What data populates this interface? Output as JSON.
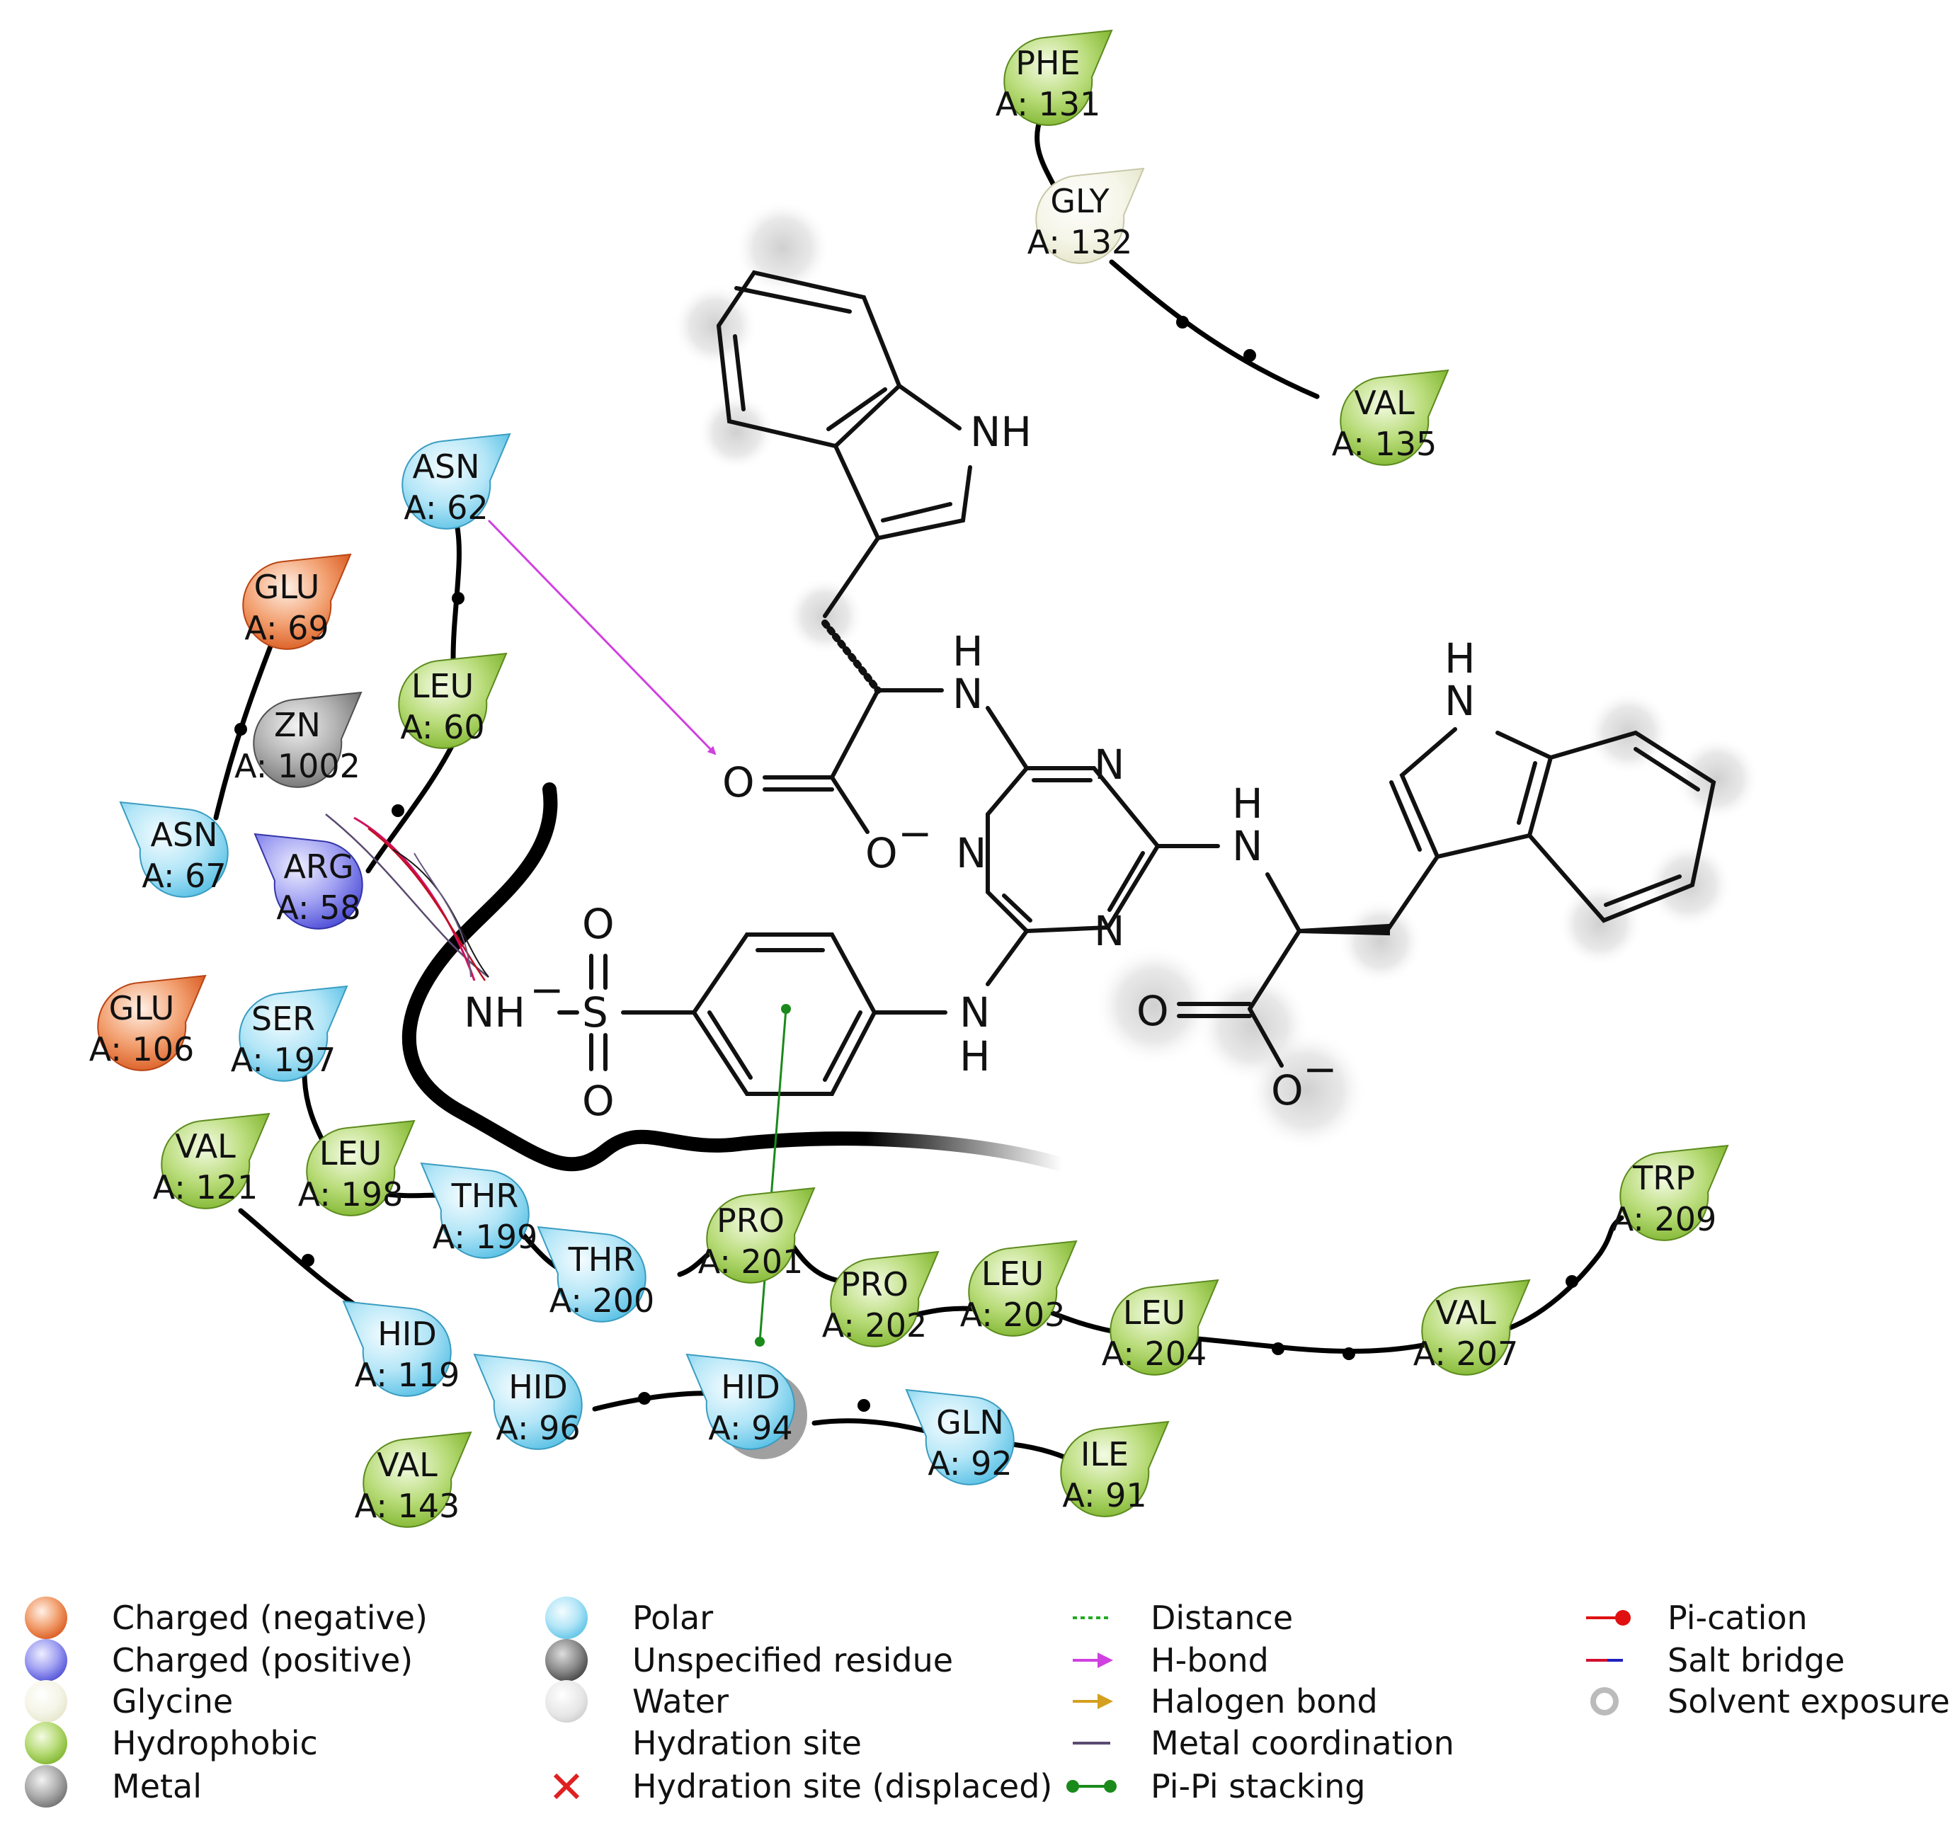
{
  "residues": [
    {
      "id": "phe131",
      "name": "PHE",
      "label": "A: 131",
      "type": "hydrophobic"
    },
    {
      "id": "gly132",
      "name": "GLY",
      "label": "A: 132",
      "type": "glycine"
    },
    {
      "id": "val135",
      "name": "VAL",
      "label": "A: 135",
      "type": "hydrophobic"
    },
    {
      "id": "asn62",
      "name": "ASN",
      "label": "A: 62",
      "type": "polar"
    },
    {
      "id": "glu69",
      "name": "GLU",
      "label": "A: 69",
      "type": "negative"
    },
    {
      "id": "leu60",
      "name": "LEU",
      "label": "A: 60",
      "type": "hydrophobic"
    },
    {
      "id": "zn1002",
      "name": "ZN",
      "label": "A: 1002",
      "type": "metal"
    },
    {
      "id": "asn67",
      "name": "ASN",
      "label": "A: 67",
      "type": "polar"
    },
    {
      "id": "arg58",
      "name": "ARG",
      "label": "A: 58",
      "type": "positive"
    },
    {
      "id": "glu106",
      "name": "GLU",
      "label": "A: 106",
      "type": "negative"
    },
    {
      "id": "ser197",
      "name": "SER",
      "label": "A: 197",
      "type": "polar"
    },
    {
      "id": "val121",
      "name": "VAL",
      "label": "A: 121",
      "type": "hydrophobic"
    },
    {
      "id": "leu198",
      "name": "LEU",
      "label": "A: 198",
      "type": "hydrophobic"
    },
    {
      "id": "thr199",
      "name": "THR",
      "label": "A: 199",
      "type": "polar"
    },
    {
      "id": "thr200",
      "name": "THR",
      "label": "A: 200",
      "type": "polar"
    },
    {
      "id": "pro201",
      "name": "PRO",
      "label": "A: 201",
      "type": "hydrophobic"
    },
    {
      "id": "pro202",
      "name": "PRO",
      "label": "A: 202",
      "type": "hydrophobic"
    },
    {
      "id": "leu203",
      "name": "LEU",
      "label": "A: 203",
      "type": "hydrophobic"
    },
    {
      "id": "leu204",
      "name": "LEU",
      "label": "A: 204",
      "type": "hydrophobic"
    },
    {
      "id": "val207",
      "name": "VAL",
      "label": "A: 207",
      "type": "hydrophobic"
    },
    {
      "id": "trp209",
      "name": "TRP",
      "label": "A: 209",
      "type": "hydrophobic"
    },
    {
      "id": "hid119",
      "name": "HID",
      "label": "A: 119",
      "type": "polar"
    },
    {
      "id": "hid96",
      "name": "HID",
      "label": "A: 96",
      "type": "polar"
    },
    {
      "id": "hid94",
      "name": "HID",
      "label": "A: 94",
      "type": "polar"
    },
    {
      "id": "gln92",
      "name": "GLN",
      "label": "A: 92",
      "type": "polar"
    },
    {
      "id": "ile91",
      "name": "ILE",
      "label": "A: 91",
      "type": "hydrophobic"
    },
    {
      "id": "val143",
      "name": "VAL",
      "label": "A: 143",
      "type": "hydrophobic"
    }
  ],
  "ligand": {
    "nh_top": "NH",
    "h_upper": "H",
    "n_upper": "N",
    "o_carbonyl_left": "O",
    "o_minus_left": "O",
    "n_triazine_right_top": "N",
    "n_triazine_left": "N",
    "n_triazine_right_bottom": "N",
    "h_right": "H",
    "n_right": "N",
    "nh_sulfonamide": "NH",
    "s": "S",
    "o_sulfonyl_top": "O",
    "o_sulfonyl_bottom": "O",
    "n_aniline": "N",
    "h_aniline": "H",
    "h_indole_right": "H",
    "n_indole_right": "N",
    "o_carbonyl_right": "O",
    "o_minus_right": "O",
    "minus": "−"
  },
  "legend": {
    "col1": [
      {
        "label": "Charged (negative)",
        "color": "#e8692f"
      },
      {
        "label": "Charged (positive)",
        "color": "#7070e8"
      },
      {
        "label": "Glycine",
        "color": "#f4f4e6"
      },
      {
        "label": "Hydrophobic",
        "color": "#8cc63f"
      },
      {
        "label": "Metal",
        "color": "#8a8a8a"
      }
    ],
    "col2": [
      {
        "label": "Polar",
        "color": "#7fd3ee"
      },
      {
        "label": "Unspecified residue",
        "color": "#555555"
      },
      {
        "label": "Water",
        "color": "#dddddd"
      },
      {
        "label": "Hydration site",
        "color": ""
      },
      {
        "label": "Hydration site (displaced)",
        "color": "#e02020"
      }
    ],
    "col3": [
      {
        "label": "Distance",
        "color": "#22aa22"
      },
      {
        "label": "H-bond",
        "color": "#d040e0"
      },
      {
        "label": "Halogen bond",
        "color": "#d4a020"
      },
      {
        "label": "Metal coordination",
        "color": "#5a4a70"
      },
      {
        "label": "Pi-Pi stacking",
        "color": "#1a8a1a"
      }
    ],
    "col4": [
      {
        "label": "Pi-cation",
        "color": "#e01010"
      },
      {
        "label": "Salt bridge",
        "color": "#d01060"
      },
      {
        "label": "Solvent exposure",
        "color": "#bbbbbb"
      }
    ]
  },
  "colors": {
    "negative": "#e8692f",
    "positive": "#7070e8",
    "glycine": "#f1f1dc",
    "hydrophobic": "#8cc63f",
    "metal": "#8a8a8a",
    "polar": "#7fd3ee",
    "hbond": "#d040e0",
    "pipi": "#1a8a1a"
  }
}
